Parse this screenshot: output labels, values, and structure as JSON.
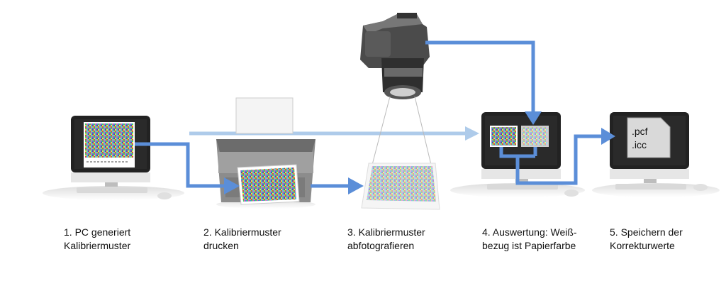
{
  "steps": [
    {
      "line1": "1. PC generiert",
      "line2": "Kalibriermuster"
    },
    {
      "line1": "2. Kalibriermuster",
      "line2": "drucken"
    },
    {
      "line1": "3. Kalibriermuster",
      "line2": "abfotografieren"
    },
    {
      "line1": "4. Auswertung: Weiß-",
      "line2": "bezug ist Papierfarbe"
    },
    {
      "line1": "5. Speichern der",
      "line2": "Korrekturwerte"
    }
  ],
  "files": {
    "ext1": ".pcf",
    "ext2": ".icc"
  },
  "colors": {
    "arrow": "#5b8ed8",
    "arrow_light": "#aecbea",
    "monitor_frame": "#222222",
    "monitor_body": "#e3e3e3",
    "printer": "#8a8a8a",
    "camera": "#444444"
  }
}
